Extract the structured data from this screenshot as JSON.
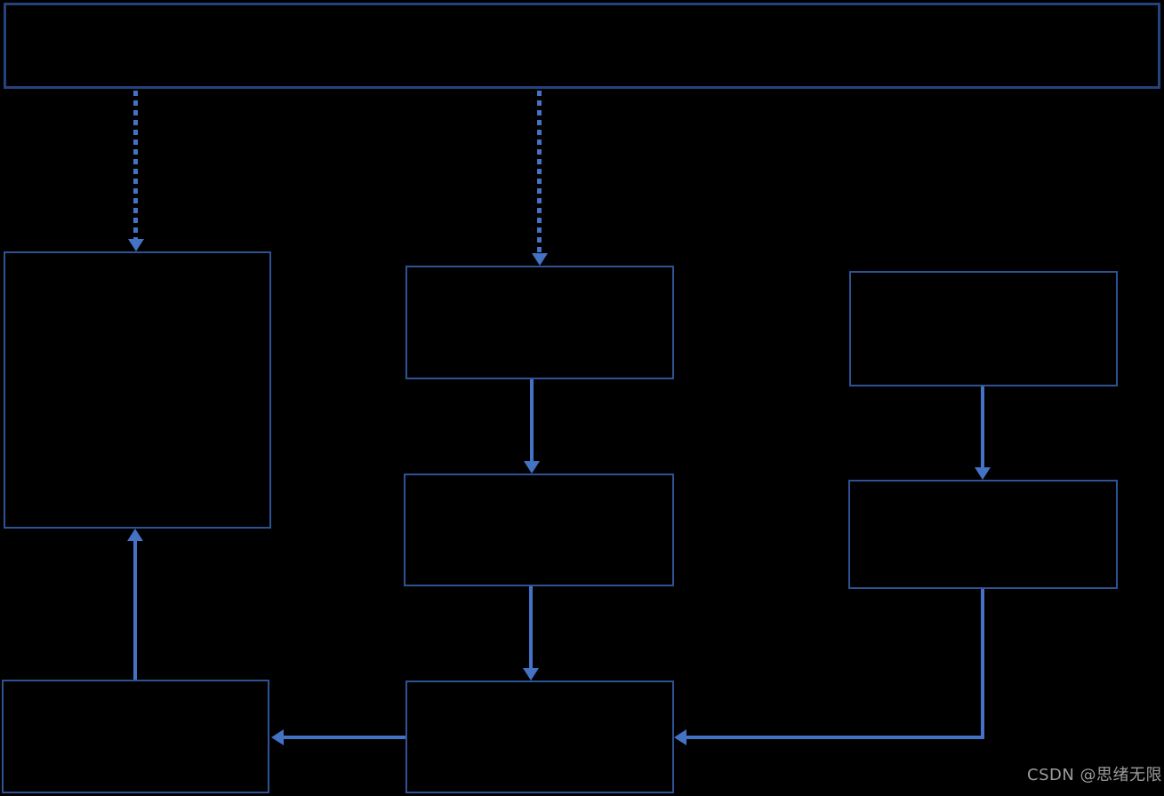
{
  "diagram": {
    "type": "flowchart",
    "background_color": "#000000",
    "box_border_color": "#2E5394",
    "top_bar_border_color": "#24427C",
    "arrow_color": "#4472C4",
    "nodes": [
      {
        "id": "top-bar",
        "label": "",
        "shape": "wide-rectangle"
      },
      {
        "id": "left-big-box",
        "label": "",
        "shape": "rectangle"
      },
      {
        "id": "mid-box-1",
        "label": "",
        "shape": "rectangle"
      },
      {
        "id": "mid-box-2",
        "label": "",
        "shape": "rectangle"
      },
      {
        "id": "right-box-1",
        "label": "",
        "shape": "rectangle"
      },
      {
        "id": "right-box-2",
        "label": "",
        "shape": "rectangle"
      },
      {
        "id": "bottom-left-box",
        "label": "",
        "shape": "rectangle"
      },
      {
        "id": "bottom-mid-box",
        "label": "",
        "shape": "rectangle"
      }
    ],
    "edges": [
      {
        "from": "top-bar",
        "to": "left-big-box",
        "style": "dashed",
        "direction": "down"
      },
      {
        "from": "top-bar",
        "to": "mid-box-1",
        "style": "dashed",
        "direction": "down"
      },
      {
        "from": "mid-box-1",
        "to": "mid-box-2",
        "style": "solid",
        "direction": "down"
      },
      {
        "from": "mid-box-2",
        "to": "bottom-mid-box",
        "style": "solid",
        "direction": "down"
      },
      {
        "from": "right-box-1",
        "to": "right-box-2",
        "style": "solid",
        "direction": "down"
      },
      {
        "from": "right-box-2",
        "to": "bottom-mid-box",
        "style": "solid",
        "direction": "down-then-left"
      },
      {
        "from": "bottom-mid-box",
        "to": "bottom-left-box",
        "style": "solid",
        "direction": "left"
      },
      {
        "from": "bottom-left-box",
        "to": "left-big-box",
        "style": "solid",
        "direction": "up"
      }
    ]
  },
  "watermark": {
    "text": "CSDN @思绪无限",
    "color": "#9C9C9C"
  }
}
